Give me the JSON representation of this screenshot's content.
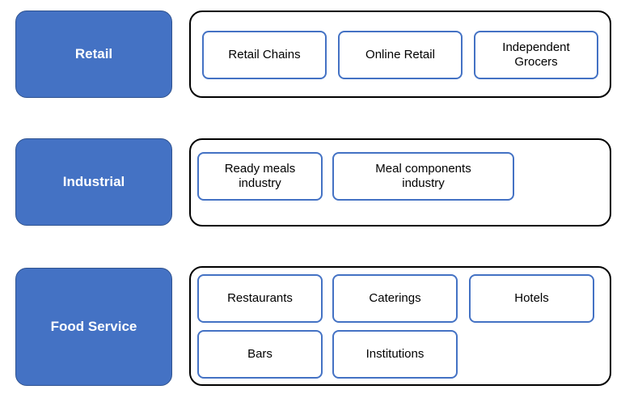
{
  "categories": {
    "retail": "Retail",
    "industrial": "Industrial",
    "food_service": "Food Service"
  },
  "retail_items": [
    "Retail Chains",
    "Online Retail",
    "Independent\nGrocers"
  ],
  "industrial_items": [
    "Ready meals\nindustry",
    "Meal components\nindustry"
  ],
  "food_service_items": [
    "Restaurants",
    "Caterings",
    "Hotels",
    "Bars",
    "Institutions"
  ],
  "colors": {
    "category_fill": "#4472c4",
    "item_border": "#4472c4",
    "group_border": "#000000"
  }
}
